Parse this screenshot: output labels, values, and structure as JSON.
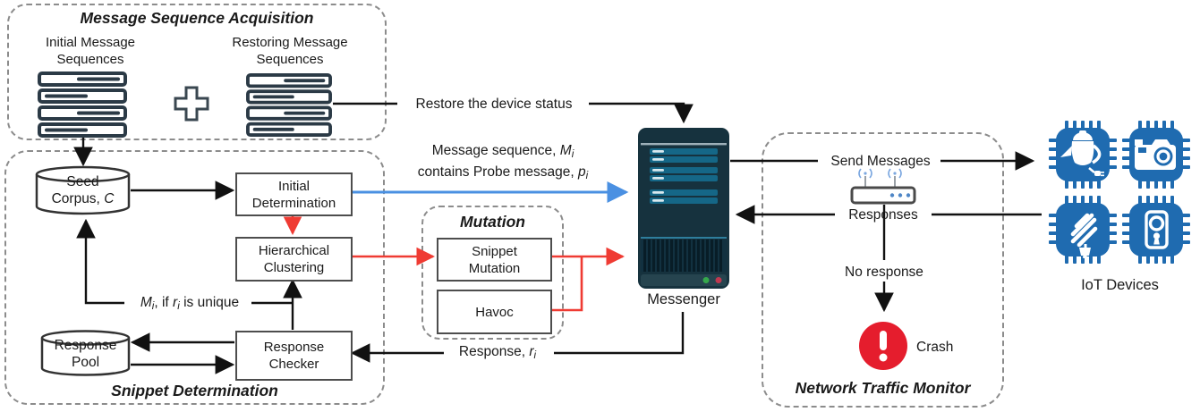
{
  "acquisition": {
    "title": "Message Sequence Acquisition",
    "initial_label_line1": "Initial Message",
    "initial_label_line2": "Sequences",
    "restoring_label_line1": "Restoring Message",
    "restoring_label_line2": "Sequences"
  },
  "snippet_determination": {
    "title": "Snippet Determination",
    "seed_corpus": {
      "line1": "Seed",
      "line2_pre": "Corpus, ",
      "line2_var": "C"
    },
    "initial_determination": {
      "line1": "Initial",
      "line2": "Determination"
    },
    "hierarchical_clustering": {
      "line1": "Hierarchical",
      "line2": "Clustering"
    },
    "response_pool": {
      "line1": "Response",
      "line2": "Pool"
    },
    "response_checker": {
      "line1": "Response",
      "line2": "Checker"
    },
    "feedback_label": {
      "var1": "M",
      "sub1": "i",
      "mid": ", if ",
      "var2": "r",
      "sub2": "i",
      "post": " is unique"
    }
  },
  "mutation": {
    "title": "Mutation",
    "snippet_mutation": {
      "line1": "Snippet",
      "line2": "Mutation"
    },
    "havoc": "Havoc"
  },
  "messenger": {
    "label": "Messenger"
  },
  "network_monitor": {
    "title": "Network Traffic Monitor",
    "send_messages": "Send Messages",
    "responses": "Responses",
    "no_response": "No response",
    "crash": "Crash"
  },
  "iot": {
    "label": "IoT Devices"
  },
  "flows": {
    "restore": "Restore the device status",
    "msg_line1_pre": "Message sequence, ",
    "msg_line1_var": "M",
    "msg_line1_sub": "i",
    "msg_line2_pre": "contains Probe message, ",
    "msg_line2_var": "p",
    "msg_line2_sub": "i",
    "response_pre": "Response, ",
    "response_var": "r",
    "response_sub": "i"
  },
  "icons": [
    "message-stack-icon",
    "plus-icon",
    "database-icon",
    "server-icon",
    "wifi-router-icon",
    "crash-alert-icon",
    "chip-kettle-icon",
    "chip-camera-icon",
    "chip-bulb-icon",
    "chip-lock-icon"
  ],
  "colors": {
    "arrow_black": "#111111",
    "arrow_blue": "#4a90e2",
    "arrow_red": "#ef3b33",
    "crash_red": "#e51d2d",
    "chip_blue": "#1f6bb0",
    "server_navy": "#16323e",
    "server_panel_teal": "#156787",
    "led_green": "#35a84c",
    "led_red": "#bf3850",
    "dashed_border": "#8c8c8c",
    "box_border": "#4d4d4d",
    "icon_dark_slate": "#2b3a46"
  }
}
